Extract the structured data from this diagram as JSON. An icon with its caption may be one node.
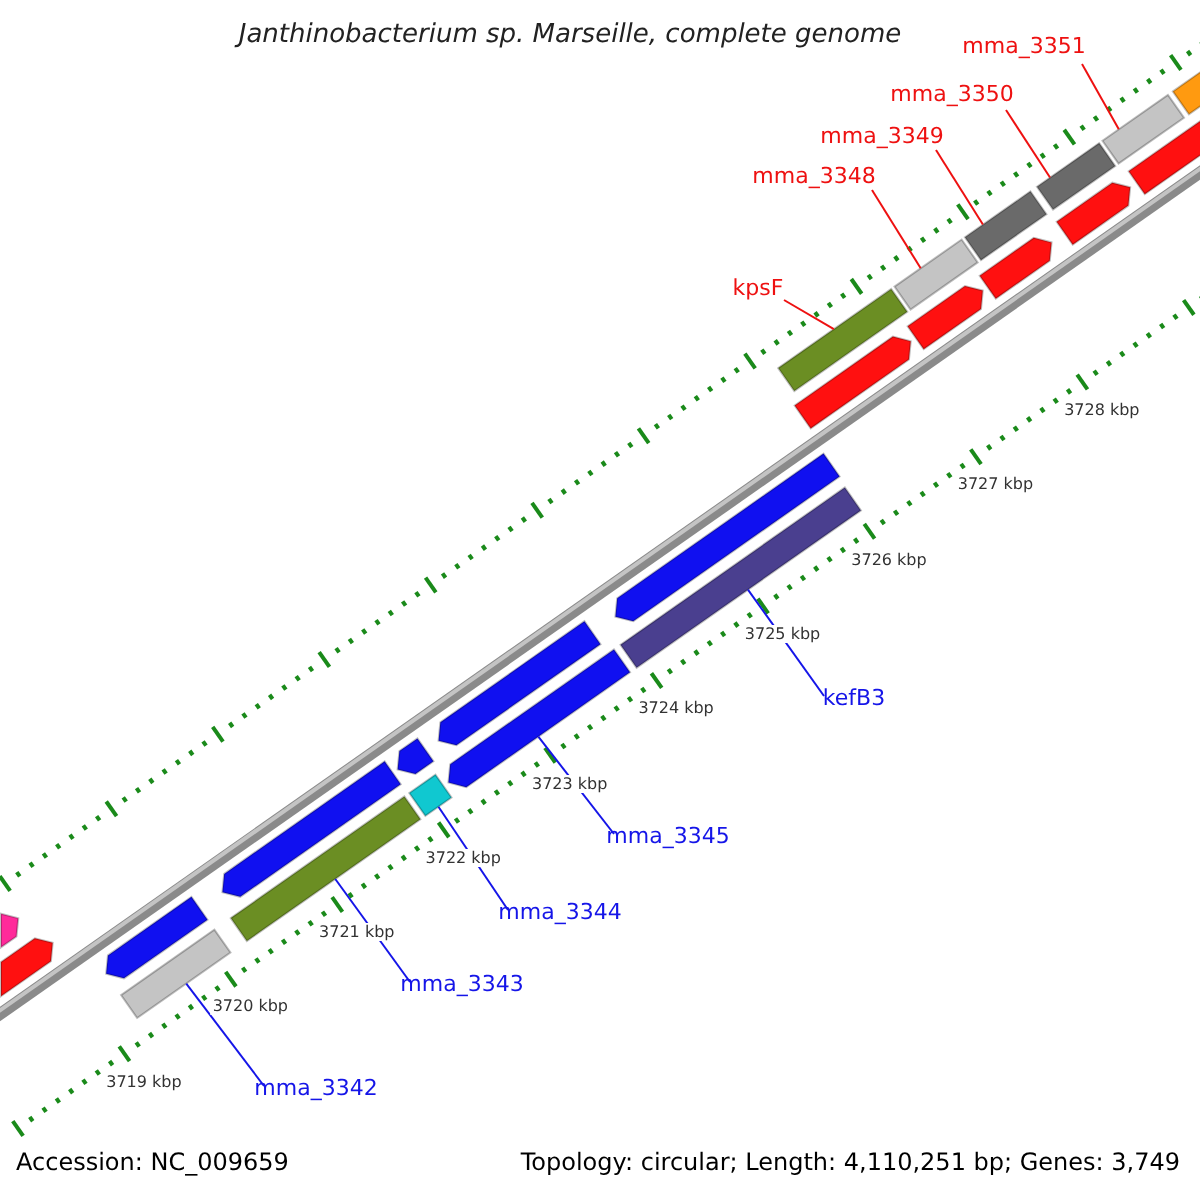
{
  "diagram": {
    "title": "Janthinobacterium sp. Marseille, complete genome",
    "nodes": [
      {
        "text": [
          "mma_3351"
        ]
      },
      {
        "text": [
          "mma_3350"
        ]
      },
      {
        "text": [
          "mma_3349"
        ]
      },
      {
        "text": [
          "mma_3348"
        ]
      },
      {
        "text": [
          "kpsF"
        ]
      },
      {
        "text": [
          "kefB3"
        ]
      },
      {
        "text": [
          "mma_3345"
        ]
      },
      {
        "text": [
          "mma_3344"
        ]
      },
      {
        "text": [
          "mma_3343"
        ]
      },
      {
        "text": [
          "mma_3342"
        ]
      },
      {
        "text": [],
        "shape": "bar"
      },
      {
        "text": [],
        "shape": "bar"
      },
      {
        "text": [],
        "shape": "bar"
      },
      {
        "text": [],
        "shape": "bar"
      },
      {
        "text": [],
        "shape": "bar"
      },
      {
        "text": [],
        "shape": "bar"
      },
      {
        "text": [],
        "shape": "arrow"
      },
      {
        "text": [],
        "shape": "bar"
      },
      {
        "text": [],
        "shape": "bar"
      },
      {
        "text": [],
        "shape": "bar"
      },
      {
        "text": [],
        "shape": "arrow"
      },
      {
        "text": [],
        "shape": "bar"
      },
      {
        "text": [],
        "shape": "arrow"
      },
      {
        "text": [],
        "shape": "arrow"
      },
      {
        "text": [],
        "shape": "arrow"
      },
      {
        "text": [],
        "shape": "arrow"
      },
      {
        "text": [],
        "shape": "arrow"
      },
      {
        "text": [],
        "shape": "arrow"
      },
      {
        "text": [],
        "shape": "arrow"
      },
      {
        "text": [],
        "shape": "arrow"
      },
      {
        "text": [],
        "shape": "arrow"
      },
      {
        "text": [],
        "shape": "arrow"
      },
      {
        "text": [],
        "shape": "arrow"
      }
    ],
    "edges": [
      {
        "from": 0,
        "to": 10,
        "arrow": "none",
        "color": "#ee1111"
      },
      {
        "from": 1,
        "to": 11,
        "arrow": "none",
        "color": "#ee1111"
      },
      {
        "from": 2,
        "to": 12,
        "arrow": "none",
        "color": "#ee1111"
      },
      {
        "from": 3,
        "to": 13,
        "arrow": "none",
        "color": "#ee1111"
      },
      {
        "from": 4,
        "to": 14,
        "arrow": "none",
        "color": "#ee1111"
      },
      {
        "from": 5,
        "to": 15,
        "arrow": "none",
        "color": "#1515e8"
      },
      {
        "from": 6,
        "to": 16,
        "arrow": "none",
        "color": "#1515e8"
      },
      {
        "from": 7,
        "to": 17,
        "arrow": "none",
        "color": "#1515e8"
      },
      {
        "from": 8,
        "to": 18,
        "arrow": "none",
        "color": "#1515e8"
      },
      {
        "from": 9,
        "to": 19,
        "arrow": "none",
        "color": "#1515e8"
      }
    ],
    "labels": [
      "3728 kbp",
      "3727 kbp",
      "3726 kbp",
      "3725 kbp",
      "3724 kbp",
      "3723 kbp",
      "3722 kbp",
      "3721 kbp",
      "3720 kbp",
      "3719 kbp",
      "Accession: NC_009659",
      "Topology: circular; Length: 4,110,251 bp; Genes: 3,749"
    ]
  }
}
